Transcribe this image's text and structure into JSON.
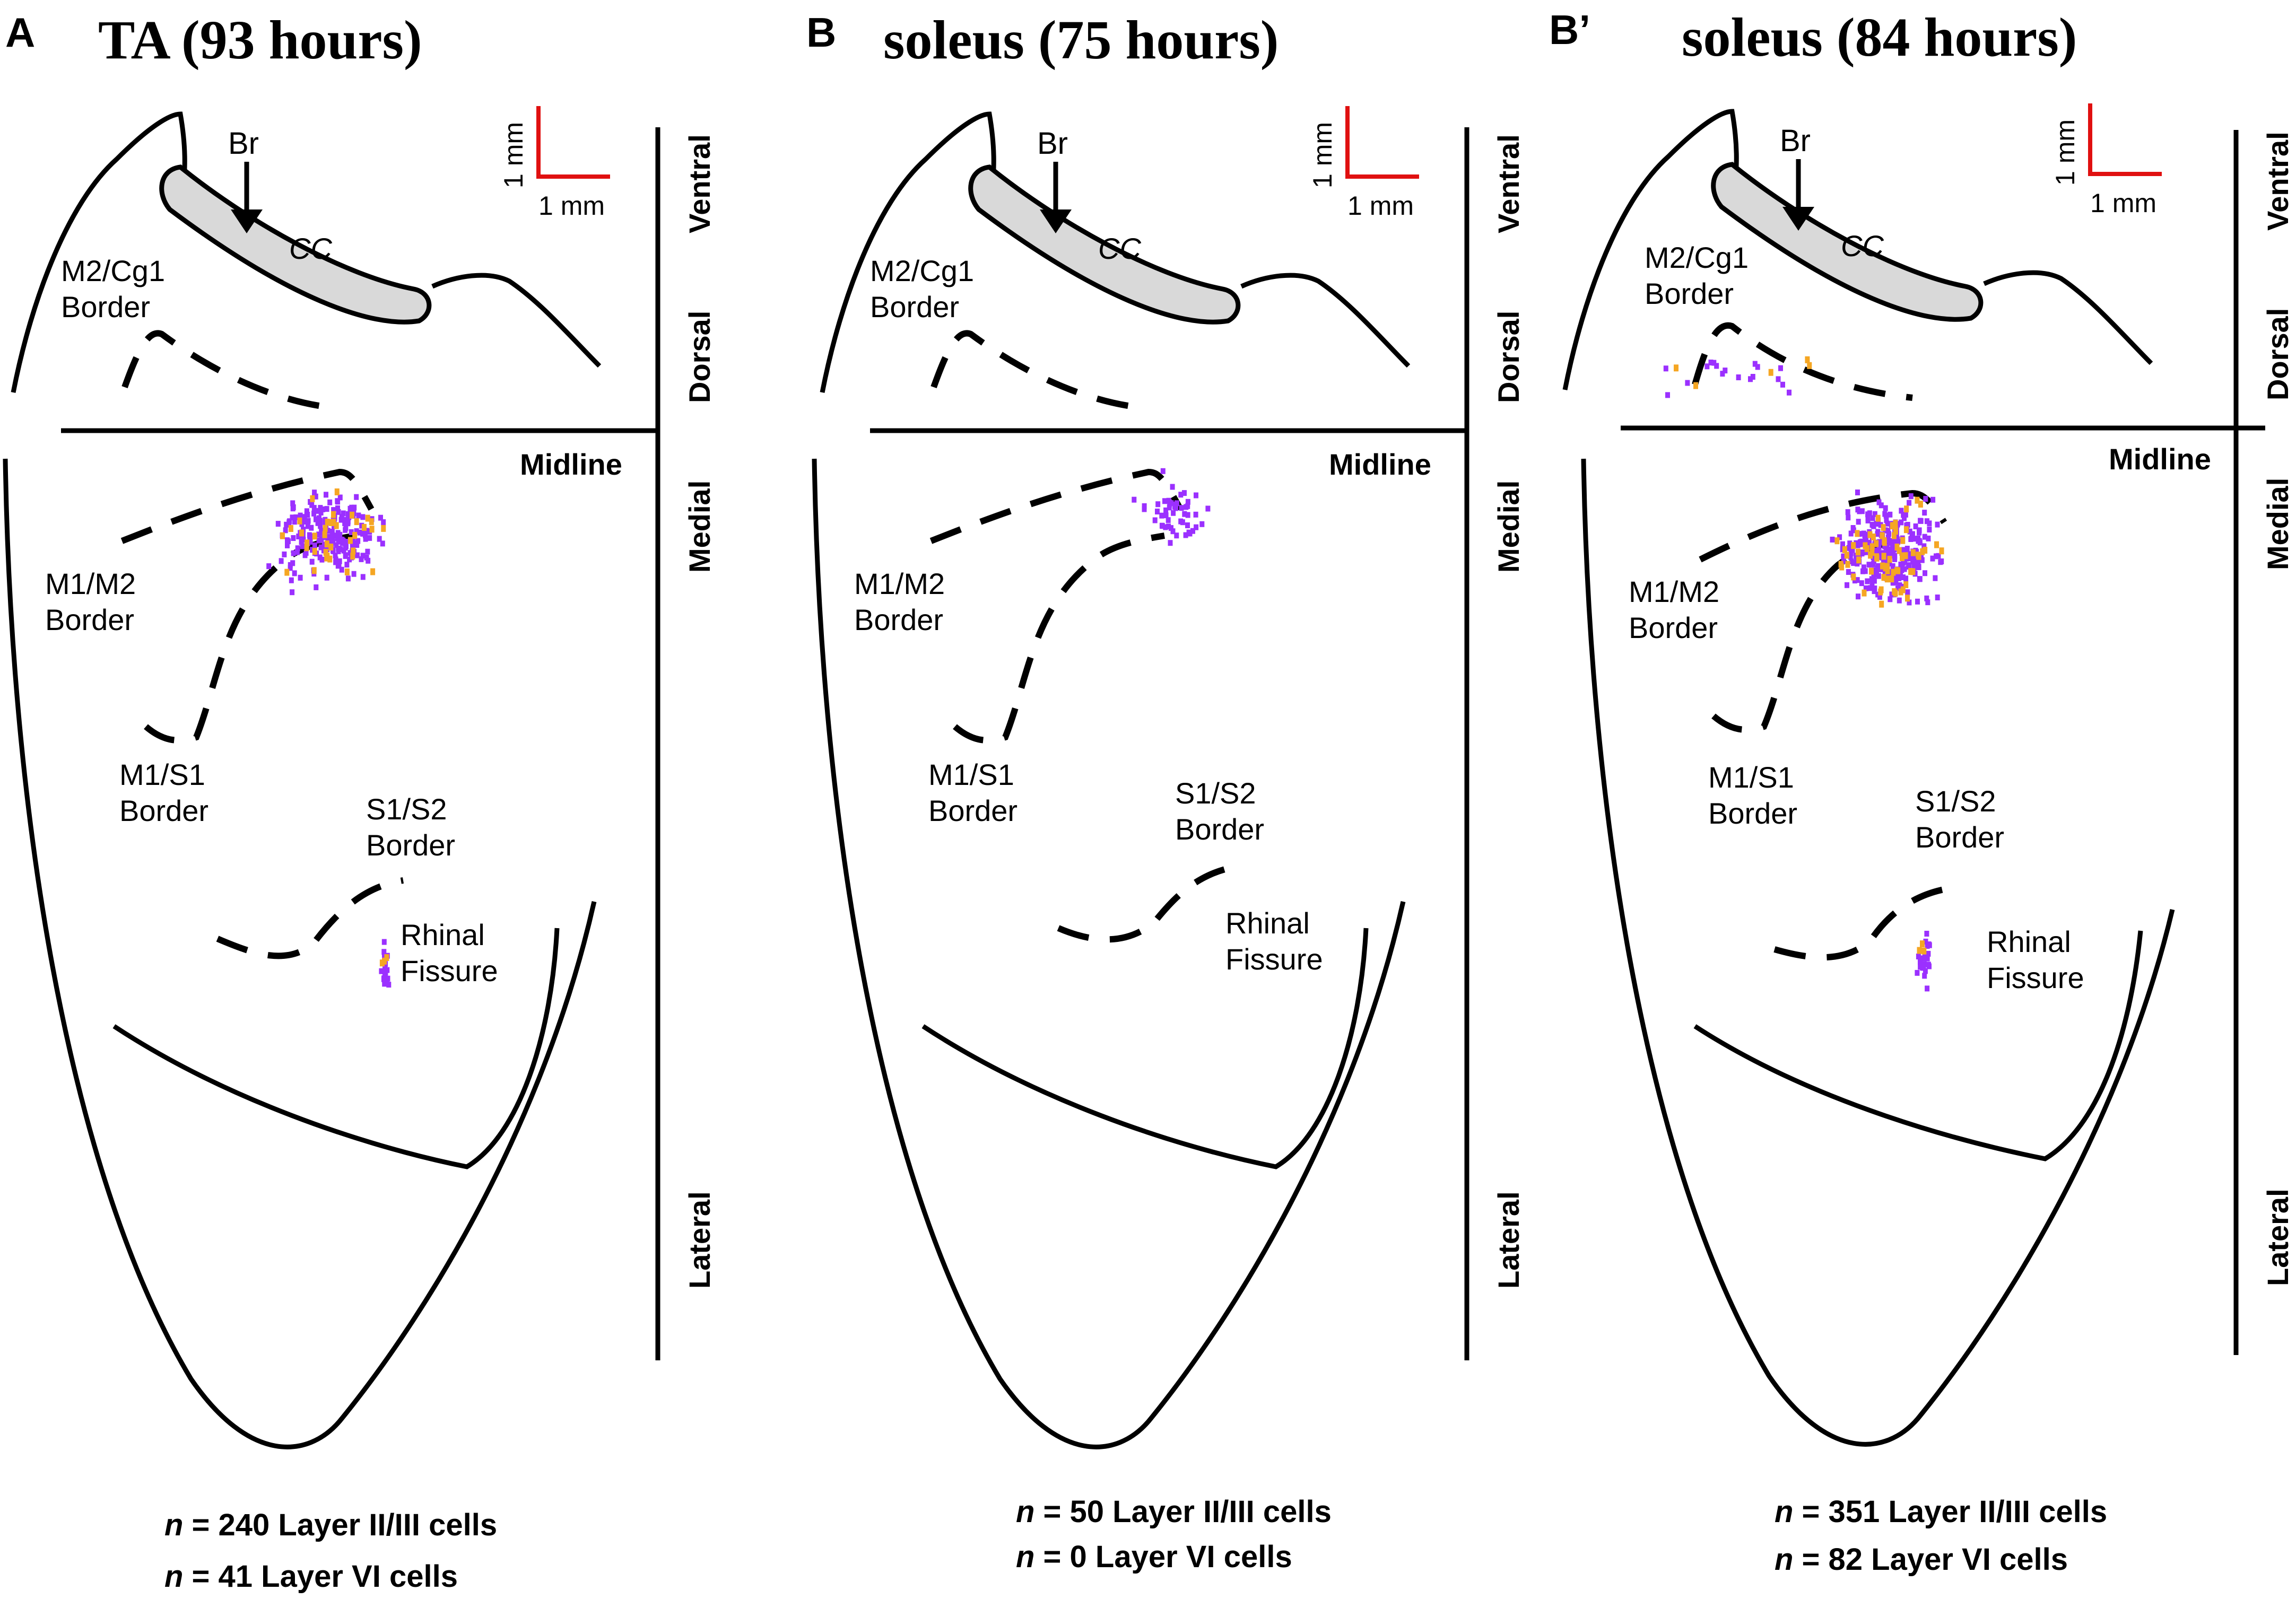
{
  "colors": {
    "layer_2_3": "#9b30ff",
    "layer_6": "#f5a623",
    "scale_bar": "#e01010",
    "cc_fill": "#d9d9d9"
  },
  "scale_bar": {
    "vertical": "1 mm",
    "horizontal": "1 mm"
  },
  "labels": {
    "br": "Br",
    "cc": "CC",
    "m2_cg1": [
      "M2/Cg1",
      "Border"
    ],
    "m1_m2": [
      "M1/M2",
      "Border"
    ],
    "m1_s1": [
      "M1/S1",
      "Border"
    ],
    "s1_s2": [
      "S1/S2",
      "Border"
    ],
    "rhinal": [
      "Rhinal",
      "Fissure"
    ],
    "midline": "Midline",
    "ventral": "Ventral",
    "dorsal": "Dorsal",
    "medial": "Medial",
    "lateral": "Lateral"
  },
  "panels": [
    {
      "letter": "A",
      "title": "TA (93 hours)",
      "counts": [
        {
          "n": "n",
          "text": " = 240 Layer II/III cells"
        },
        {
          "n": "n",
          "text": " = 41 Layer VI cells"
        }
      ],
      "layer_2_3_cells": 240,
      "layer_6_cells": 41
    },
    {
      "letter": "B",
      "title": "soleus (75 hours)",
      "counts": [
        {
          "n": "n",
          "text": " = 50 Layer II/III cells"
        },
        {
          "n": "n",
          "text": " = 0 Layer VI cells"
        }
      ],
      "layer_2_3_cells": 50,
      "layer_6_cells": 0
    },
    {
      "letter": "B’",
      "title": "soleus (84 hours)",
      "counts": [
        {
          "n": "n",
          "text": " = 351 Layer II/III cells"
        },
        {
          "n": "n",
          "text": " = 82 Layer VI cells"
        }
      ],
      "layer_2_3_cells": 351,
      "layer_6_cells": 82
    }
  ]
}
